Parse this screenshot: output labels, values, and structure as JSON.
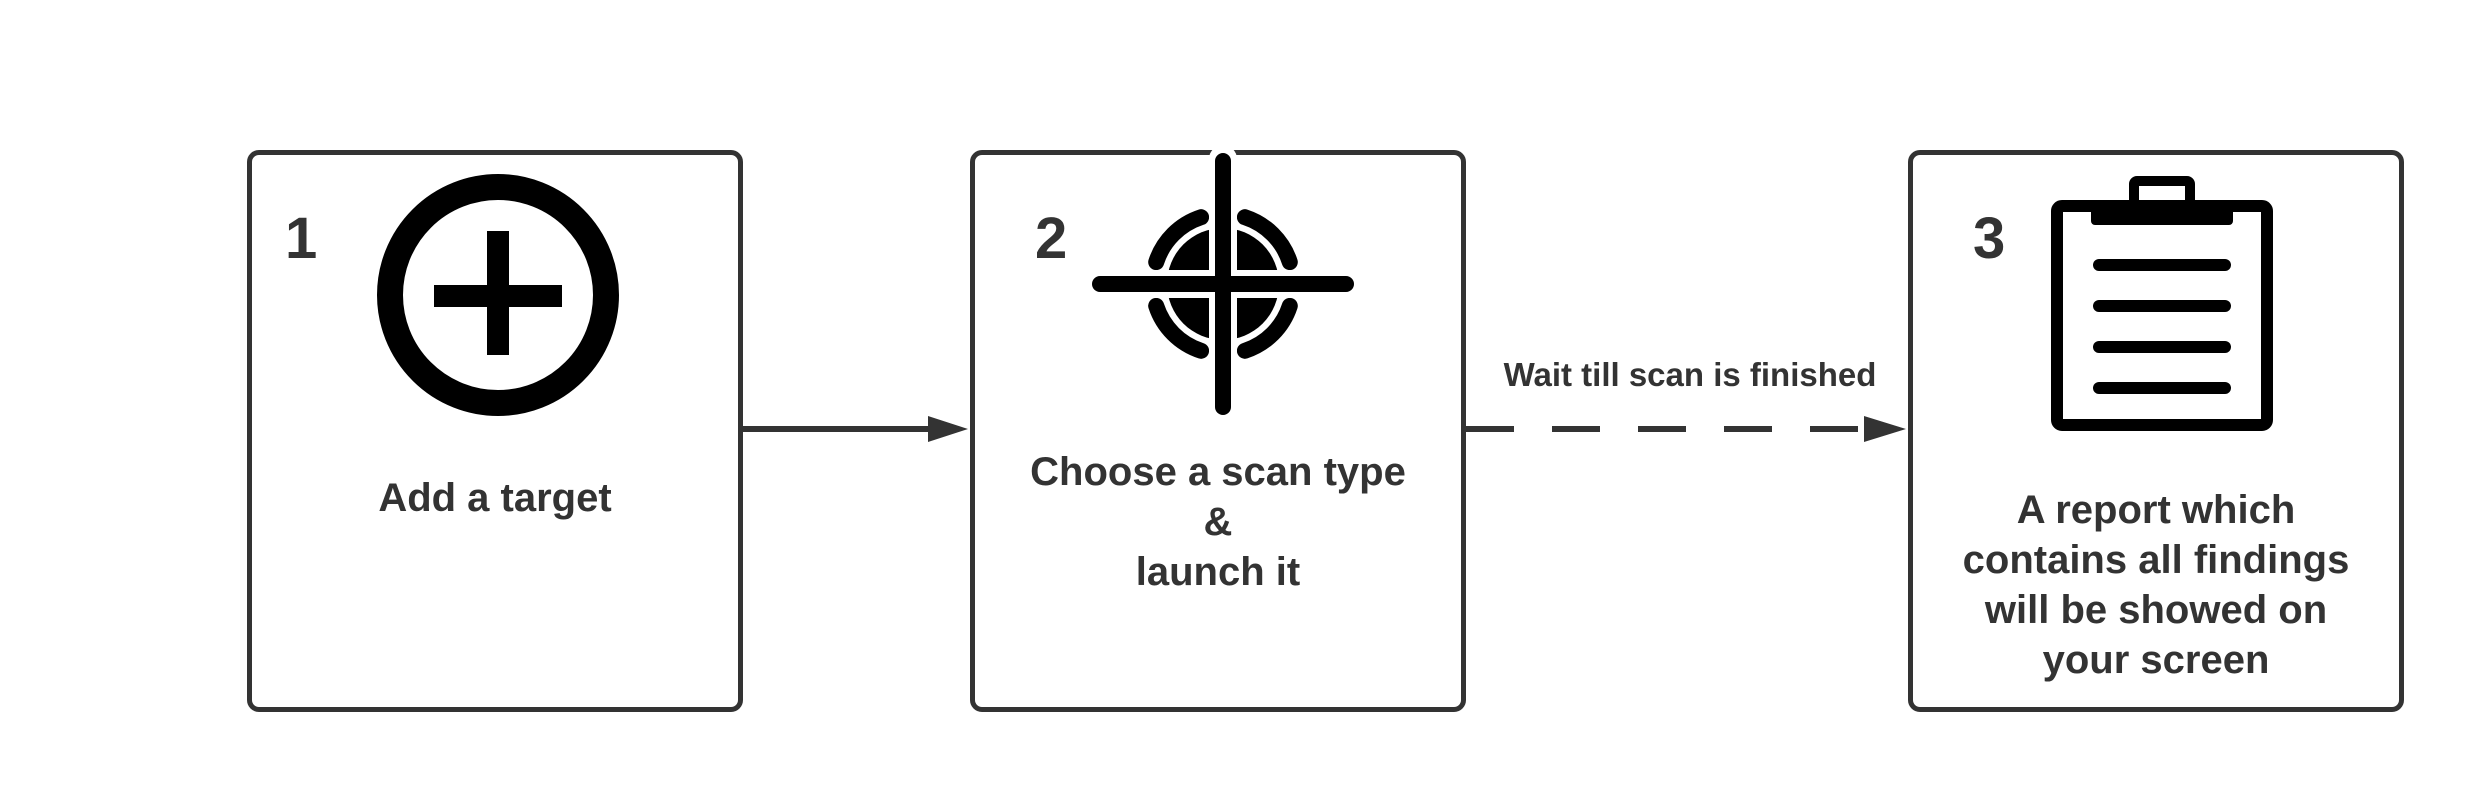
{
  "steps": [
    {
      "number": "1",
      "icon": "add-circle-icon",
      "label_lines": [
        "Add a target"
      ]
    },
    {
      "number": "2",
      "icon": "crosshair-target-icon",
      "label_lines": [
        "Choose a scan type",
        "&",
        "launch it"
      ]
    },
    {
      "number": "3",
      "icon": "clipboard-report-icon",
      "label_lines": [
        "A report which",
        "contains all findings",
        "will be showed on",
        "your screen"
      ]
    }
  ],
  "connectors": [
    {
      "from": "1",
      "to": "2",
      "style": "solid",
      "label": ""
    },
    {
      "from": "2",
      "to": "3",
      "style": "dashed",
      "label": "Wait till scan is finished"
    }
  ],
  "colors": {
    "stroke": "#333333",
    "icon": "#000000",
    "background": "#ffffff"
  }
}
